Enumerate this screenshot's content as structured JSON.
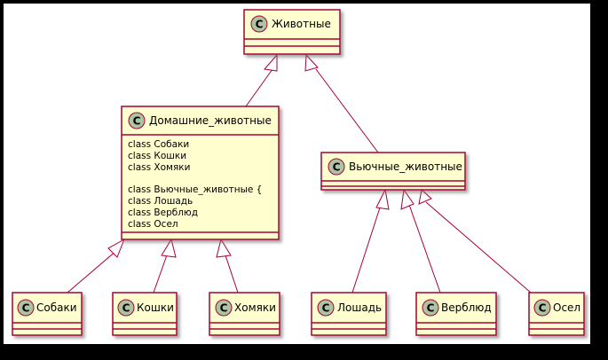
{
  "diagram": {
    "type": "class-diagram",
    "colors": {
      "background": "#000000",
      "canvas": "#ffffff",
      "box_fill": "#fefece",
      "box_border": "#a80036",
      "line": "#a80036",
      "circle": "#adc3a1",
      "shadow": "#6e6e6e"
    },
    "class_marker": "C",
    "classes": {
      "animals": {
        "name": "Животные"
      },
      "domestic": {
        "name": "Домашние_животные",
        "members": [
          "class Собаки",
          "class Кошки",
          "class Хомяки",
          "class Вьючные_животные {",
          "class Лошадь",
          "class Верблюд",
          "class Осел"
        ]
      },
      "pack": {
        "name": "Вьючные_животные"
      },
      "dogs": {
        "name": "Собаки"
      },
      "cats": {
        "name": "Кошки"
      },
      "hamsters": {
        "name": "Хомяки"
      },
      "horse": {
        "name": "Лошадь"
      },
      "camel": {
        "name": "Верблюд"
      },
      "donkey": {
        "name": "Осел"
      }
    },
    "relations": [
      {
        "from": "domestic",
        "to": "animals",
        "kind": "inheritance"
      },
      {
        "from": "pack",
        "to": "animals",
        "kind": "inheritance"
      },
      {
        "from": "dogs",
        "to": "domestic",
        "kind": "inheritance"
      },
      {
        "from": "cats",
        "to": "domestic",
        "kind": "inheritance"
      },
      {
        "from": "hamsters",
        "to": "domestic",
        "kind": "inheritance"
      },
      {
        "from": "horse",
        "to": "pack",
        "kind": "inheritance"
      },
      {
        "from": "camel",
        "to": "pack",
        "kind": "inheritance"
      },
      {
        "from": "donkey",
        "to": "pack",
        "kind": "inheritance"
      }
    ]
  }
}
